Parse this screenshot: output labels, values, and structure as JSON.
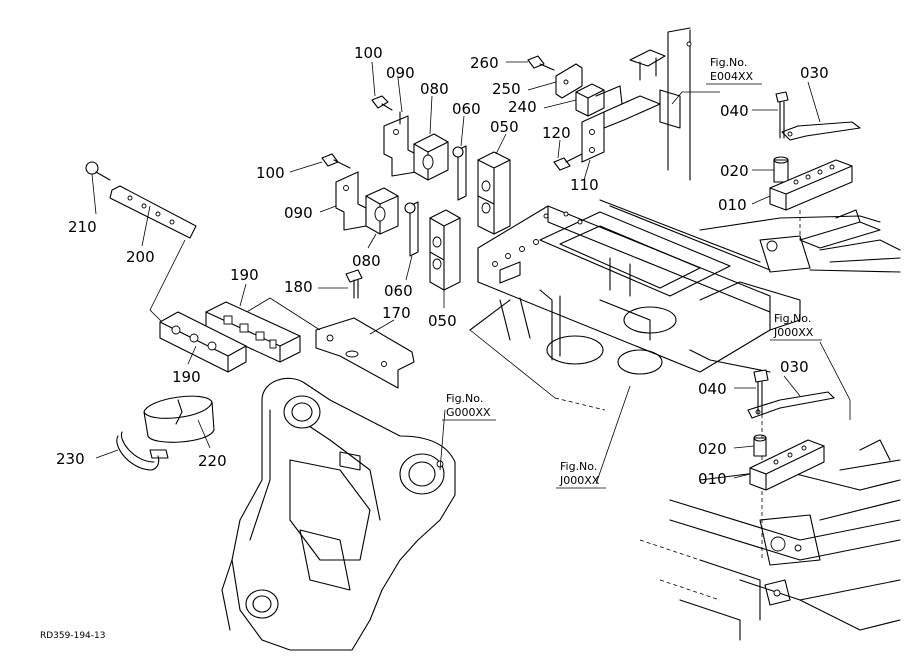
{
  "diagram": {
    "code": "RD359-194-13",
    "part_labels": {
      "p100a": "100",
      "p090a": "090",
      "p080a": "080",
      "p060a": "060",
      "p050a": "050",
      "p260": "260",
      "p250": "250",
      "p240": "240",
      "p120": "120",
      "p110": "110",
      "p100b": "100",
      "p090b": "090",
      "p080b": "080",
      "p060b": "060",
      "p050b": "050",
      "p180": "180",
      "p170": "170",
      "p190a": "190",
      "p190b": "190",
      "p210": "210",
      "p200": "200",
      "p220": "220",
      "p230": "230",
      "p030a": "030",
      "p040a": "040",
      "p020a": "020",
      "p010a": "010",
      "p030b": "030",
      "p040b": "040",
      "p020b": "020",
      "p010b": "010"
    },
    "figure_refs": {
      "e004": {
        "line1": "Fig.No.",
        "line2": "E004XX"
      },
      "j000a": {
        "line1": "Fig.No.",
        "line2": "J000XX"
      },
      "g000": {
        "line1": "Fig.No.",
        "line2": "G000XX"
      },
      "j000b": {
        "line1": "Fig.No.",
        "line2": "J000XX"
      }
    }
  }
}
